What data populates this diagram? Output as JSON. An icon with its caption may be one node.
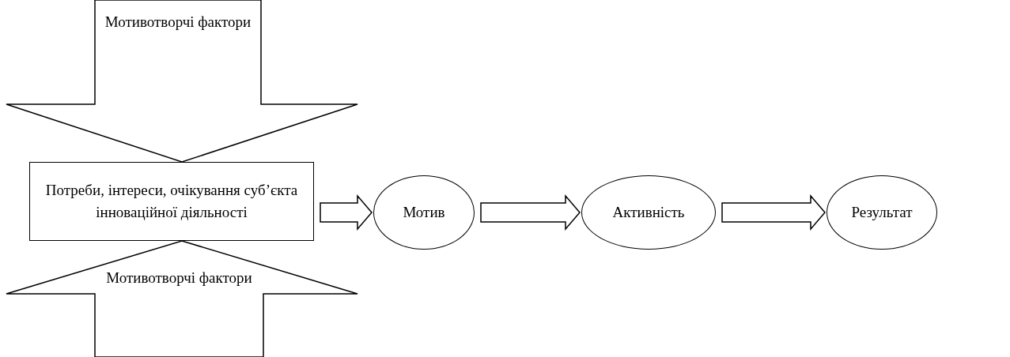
{
  "diagram": {
    "nodes": [
      {
        "text": [
          "Мотивотворчі фактори"
        ]
      },
      {
        "text": [
          "Потреби, інтереси, очікування суб’єкта інноваційної діяльності"
        ]
      },
      {
        "text": [
          "Мотивотворчі фактори"
        ]
      },
      {
        "text": [
          "Мотив"
        ]
      },
      {
        "text": [
          "Активність"
        ]
      },
      {
        "text": [
          "Результат"
        ]
      }
    ],
    "edges": [
      {
        "from": 1,
        "to": 3,
        "arrow": "to"
      },
      {
        "from": 3,
        "to": 4,
        "arrow": "to"
      },
      {
        "from": 4,
        "to": 5,
        "arrow": "to"
      }
    ]
  }
}
